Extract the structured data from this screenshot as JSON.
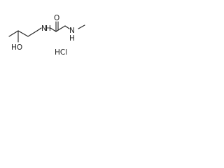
{
  "molecule": {
    "atoms": {
      "nh_amide": "N",
      "h_amide": "H",
      "oxygen_carbonyl": "O",
      "nh_amine": "N",
      "h_amine": "H",
      "ho_group": "HO"
    },
    "salt": "HCl"
  },
  "colors": {
    "ink": "#222222",
    "background": "#ffffff"
  }
}
